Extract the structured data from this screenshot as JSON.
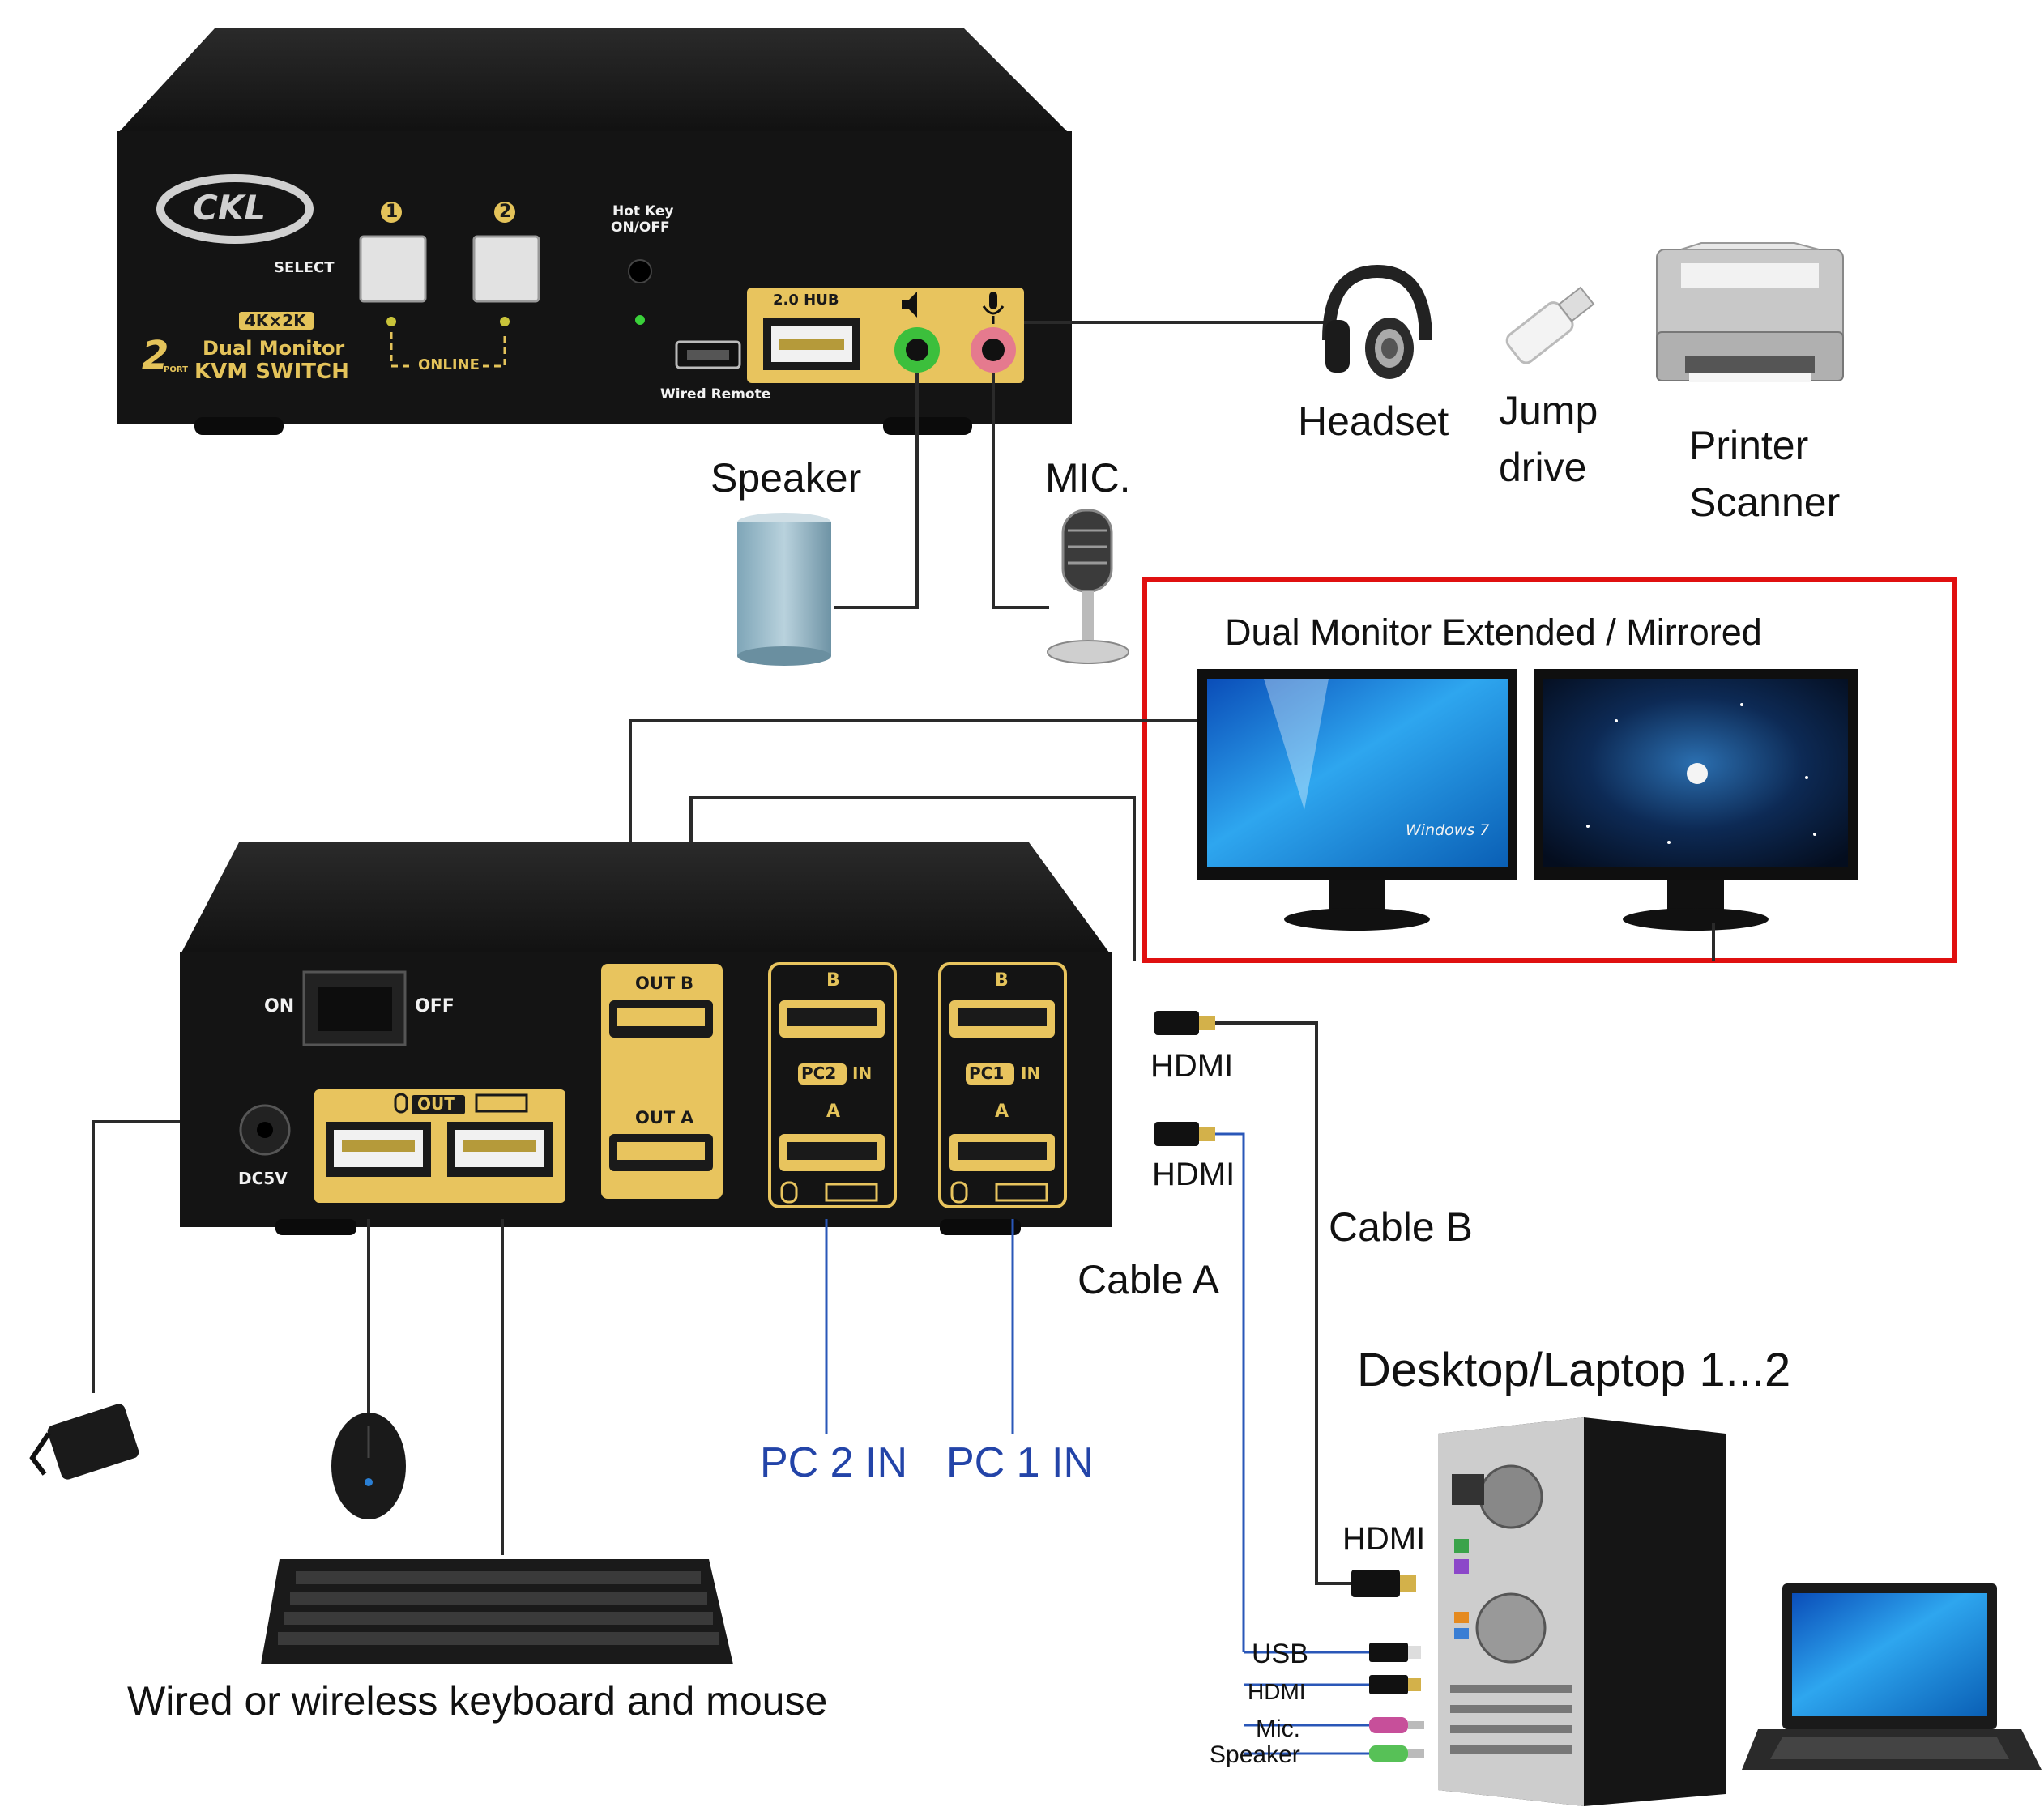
{
  "front_panel": {
    "brand": "CKL",
    "port1": "1",
    "port2": "2",
    "select": "SELECT",
    "resolution": "4K×2K",
    "model_line1": "Dual Monitor",
    "model_line2": "KVM SWITCH",
    "model_prefix": "2",
    "model_prefix_small": "PORT",
    "online": "ONLINE",
    "hotkey_line1": "Hot Key",
    "hotkey_line2": "ON/OFF",
    "hub": "2.0 HUB",
    "wired_remote": "Wired Remote"
  },
  "back_panel": {
    "on": "ON",
    "off": "OFF",
    "dc": "DC5V",
    "usb_out": "OUT",
    "out_b": "OUT",
    "out_a": "OUT",
    "letter_b": "B",
    "letter_a": "A",
    "pc2": "PC2",
    "pc1": "PC1",
    "in": "IN"
  },
  "labels": {
    "headset": "Headset",
    "jump_drive_1": "Jump",
    "jump_drive_2": "drive",
    "printer_1": "Printer",
    "printer_2": "Scanner",
    "speaker": "Speaker",
    "mic": "MIC.",
    "monitors": "Dual Monitor Extended / Mirrored",
    "hdmi_1": "HDMI",
    "hdmi_2": "HDMI",
    "cable_b": "Cable B",
    "cable_a": "Cable A",
    "desktop": "Desktop/Laptop 1...2",
    "pc2_in": "PC 2 IN",
    "pc1_in": "PC 1 IN",
    "keyboard_mouse": "Wired or wireless keyboard  and mouse",
    "hdmi_3": "HDMI",
    "usb": "USB",
    "hdmi_4": "HDMI",
    "mic_small": "Mic.",
    "speaker_small": "Speaker",
    "windows": "Windows 7"
  },
  "colors": {
    "highlight_box": "#e01010",
    "blue_label": "#2344a8",
    "gold_panel": "#e8c45e",
    "device_body": "#1a1a1a"
  }
}
